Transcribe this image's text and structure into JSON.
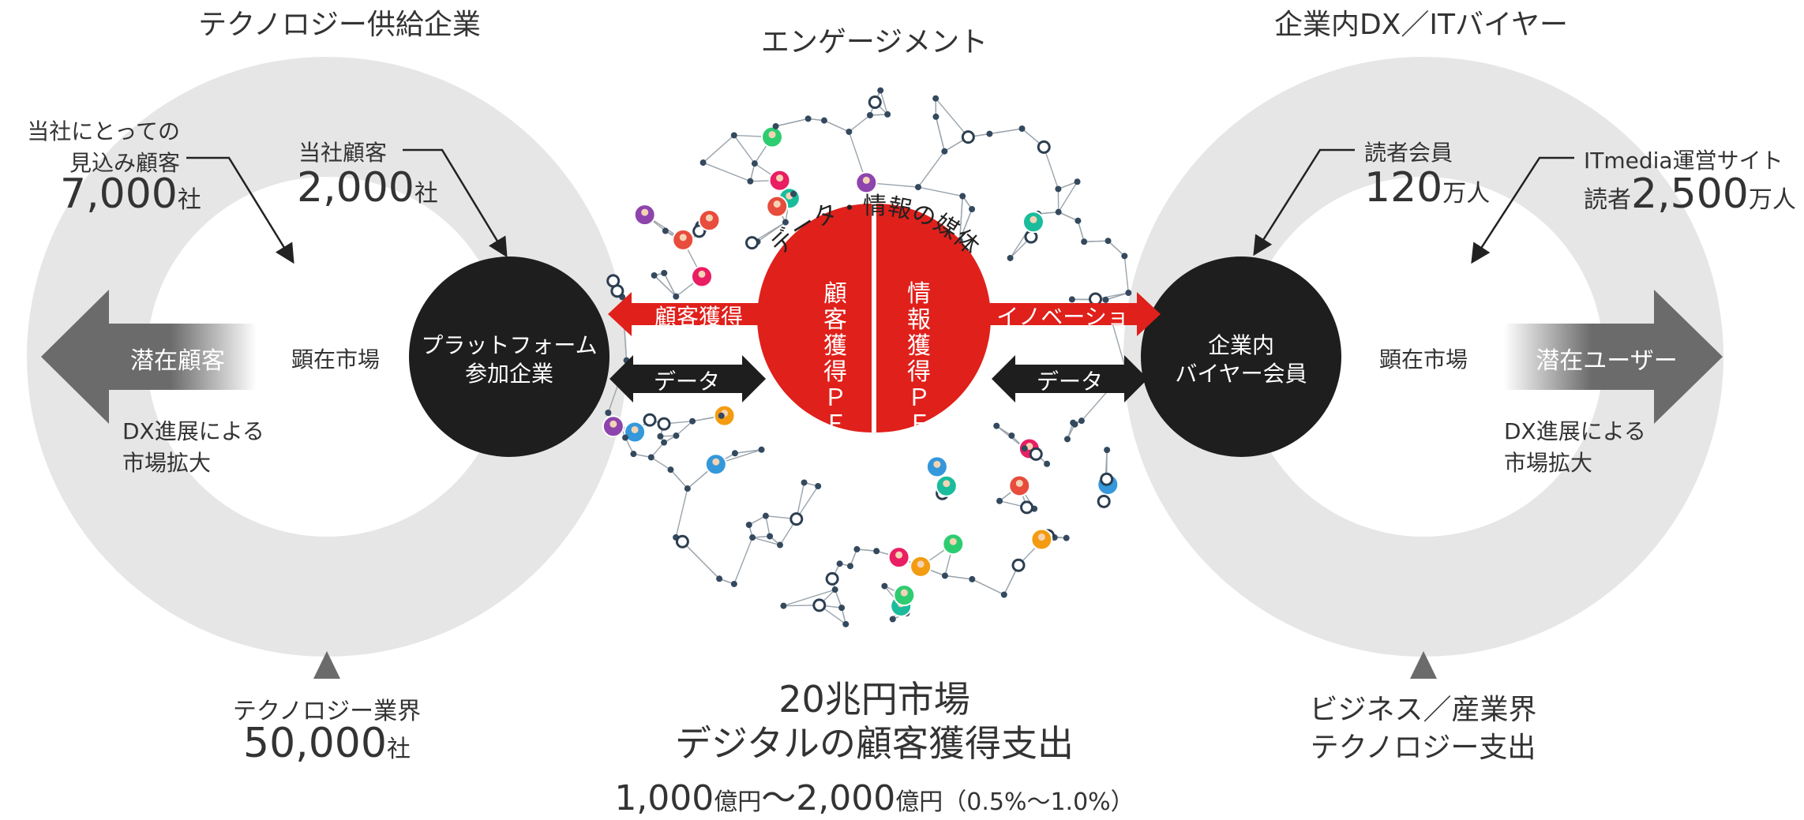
{
  "colors": {
    "ring": "#e6e6e6",
    "black": "#1e1e1e",
    "red": "#e0201b",
    "arrow_grey": "#6b6b6b",
    "text": "#333333"
  },
  "left": {
    "title": "テクノロジー供給企業",
    "prospects_label_line1": "当社にとっての",
    "prospects_label_line2": "見込み顧客",
    "prospects_value": "7,000",
    "prospects_unit": "社",
    "customers_label": "当社顧客",
    "customers_value": "2,000",
    "customers_unit": "社",
    "latent_arrow": "潜在顧客",
    "market_label": "顕在市場",
    "dx_line1": "DX進展による",
    "dx_line2": "市場拡大",
    "circle_line1": "プラットフォーム",
    "circle_line2": "参加企業",
    "industry_label": "テクノロジー業界",
    "industry_value": "50,000",
    "industry_unit": "社"
  },
  "center": {
    "title": "エンゲージメント",
    "arc_text": "データ・情報の媒体",
    "left_half": "顧客獲得ＰＦ",
    "right_half": "情報獲得ＰＦ",
    "arrow_acquire": "顧客獲得",
    "arrow_innovation": "イノベーション",
    "data_left": "データ",
    "data_right": "データ",
    "market_line1": "20兆円市場",
    "market_line2": "デジタルの顧客獲得支出",
    "market_v1": "1,000",
    "market_u1": "億円",
    "market_sep": "〜",
    "market_v2": "2,000",
    "market_u2": "億円",
    "market_pct": "（0.5%〜1.0%）"
  },
  "right": {
    "title": "企業内DX／ITバイヤー",
    "members_label": "読者会員",
    "members_value": "120",
    "members_unit": "万人",
    "site_label": "ITmedia運営サイト",
    "site_prefix": "読者",
    "site_value": "2,500",
    "site_unit": "万人",
    "circle_line1": "企業内",
    "circle_line2": "バイヤー会員",
    "market_label": "顕在市場",
    "latent_arrow": "潜在ユーザー",
    "dx_line1": "DX進展による",
    "dx_line2": "市場拡大",
    "bottom_line1": "ビジネス／産業界",
    "bottom_line2": "テクノロジー支出"
  }
}
